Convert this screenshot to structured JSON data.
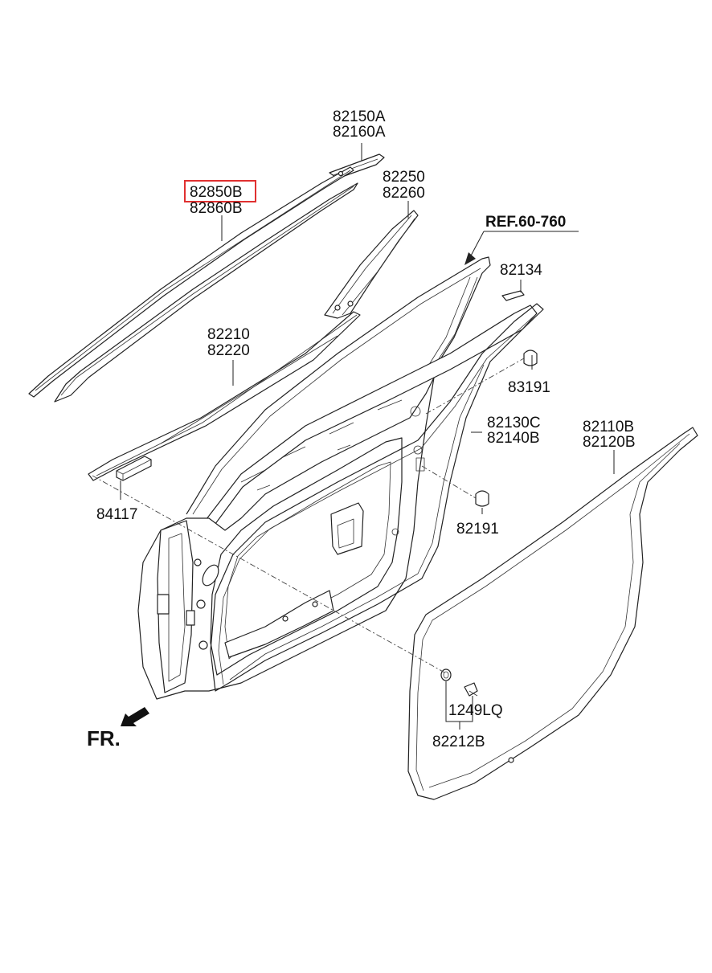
{
  "labels": {
    "upper_molding": [
      "82150A",
      "82160A"
    ],
    "roof_molding": [
      "82850B",
      "82860B"
    ],
    "delta_garnish": [
      "82250",
      "82260"
    ],
    "reference": "REF.60-760",
    "clip_82134": "82134",
    "clip_83191": "83191",
    "belt_weatherstrip": [
      "82210",
      "82220"
    ],
    "door_weatherstrip": [
      "82130C",
      "82140B"
    ],
    "body_weatherstrip": [
      "82110B",
      "82120B"
    ],
    "pad_84117": "84117",
    "clip_82191": "82191",
    "screw_1249LQ": "1249LQ",
    "grommet_82212B": "82212B",
    "front_indicator": "FR."
  },
  "highlight": {
    "part": "82850B",
    "color": "#e03030"
  },
  "colors": {
    "line": "#222222",
    "text": "#111111",
    "background": "#ffffff"
  }
}
